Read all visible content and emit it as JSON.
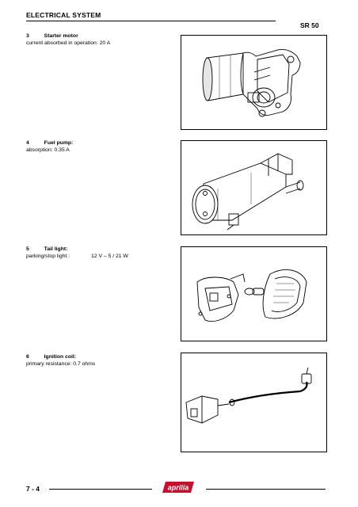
{
  "header": {
    "title": "ELECTRICAL SYSTEM",
    "model": "SR 50"
  },
  "items": [
    {
      "number": "3",
      "name": "Starter motor",
      "lines": [
        {
          "label": "current absorbed in operation: 20 A",
          "value": ""
        }
      ]
    },
    {
      "number": "4",
      "name": "Fuel pump:",
      "lines": [
        {
          "label": "absorption: 0.35 A",
          "value": ""
        }
      ]
    },
    {
      "number": "5",
      "name": "Tail light:",
      "lines": [
        {
          "label": "parking/stop light :",
          "value": "12 V – 5 / 21 W"
        }
      ]
    },
    {
      "number": "6",
      "name": "Ignition coil:",
      "lines": [
        {
          "label": "primary resistance: 0.7 ohms",
          "value": ""
        }
      ]
    }
  ],
  "footer": {
    "page": "7 - 4",
    "logo_text": "aprilia",
    "logo_color": "#c8102e"
  }
}
